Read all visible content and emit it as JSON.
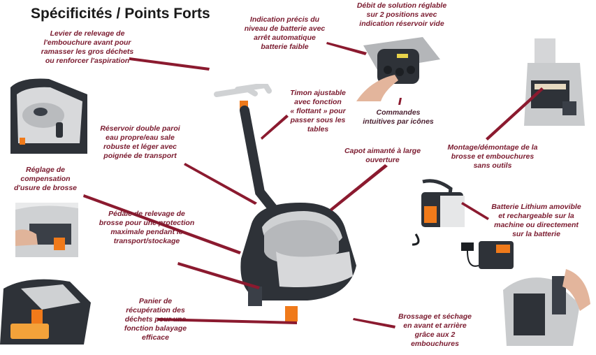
{
  "title": "Spécificités / Points Forts",
  "labels": {
    "levier": "Levier de relevage de\nl'embouchure avant pour\nramasser les gros déchets\nou renforcer l'aspiration",
    "batterie_indication": "Indication précis du\nniveau de batterie avec\narrêt automatique\nbatterie faible",
    "debit": "Débit de solution réglable\nsur 2 positions avec\nindication réservoir vide",
    "timon": "Timon ajustable\navec fonction\n« flottant » pour\npasser sous les\ntables",
    "commandes": "Commandes\nintuitives par icônes",
    "reservoir": "Réservoir double paroi\neau propre/eau sale\nrobuste et léger avec\npoignée de transport",
    "capot": "Capot aimanté à large\nouverture",
    "montage": "Montage/démontage de la\nbrosse et embouchures\nsans outils",
    "reglage": "Réglage de\ncompensation\nd'usure de brosse",
    "pedale": "Pédale de relevage de\nbrosse pour une protection\nmaximale pendant le\ntransport/stockage",
    "lithium": "Batterie Lithium amovible\net rechargeable sur la\nmachine ou directement\nsur la batterie",
    "panier": "Panier de\nrécupération des\ndéchets pour une\nfonction balayage\nefficace",
    "brossage": "Brossage et séchage\nen avant et arrière\ngrâce aux 2\nembouchures"
  },
  "colors": {
    "accent": "#8b1a2f",
    "machine_dark": "#3a3f47",
    "machine_light": "#c9cbcd",
    "orange": "#f07a1a"
  }
}
